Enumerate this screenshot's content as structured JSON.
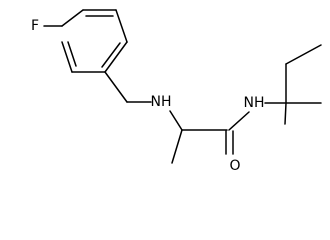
{
  "structure": {
    "atoms": {
      "fluorine": "F",
      "amine_nh": "NH",
      "amide_nh": "NH",
      "carbonyl_oxygen": "O"
    }
  }
}
